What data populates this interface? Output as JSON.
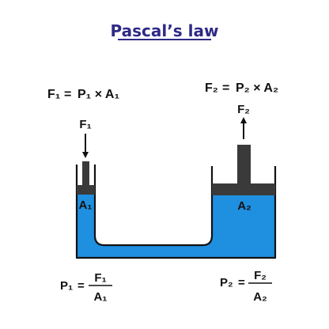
{
  "title": "Pascal’s law",
  "colors": {
    "title": "#2e2a86",
    "fluid": "#1f8fe0",
    "piston": "#3a3a3a",
    "outline": "#111111",
    "background": "#ffffff"
  },
  "equations": {
    "left": {
      "lhs": "F₁",
      "rhs": "P₁ × A₁",
      "eq": "="
    },
    "right": {
      "lhs": "F₂",
      "rhs": "P₂ × A₂",
      "eq": "="
    }
  },
  "forces": {
    "left": "F₁",
    "right": "F₂"
  },
  "areas": {
    "left": "A₁",
    "right": "A₂"
  },
  "pressures": {
    "left": {
      "lhs": "P₁",
      "eq": "=",
      "num": "F₁",
      "den": "A₁"
    },
    "right": {
      "lhs": "P₂",
      "eq": "=",
      "num": "F₂",
      "den": "A₂"
    }
  }
}
